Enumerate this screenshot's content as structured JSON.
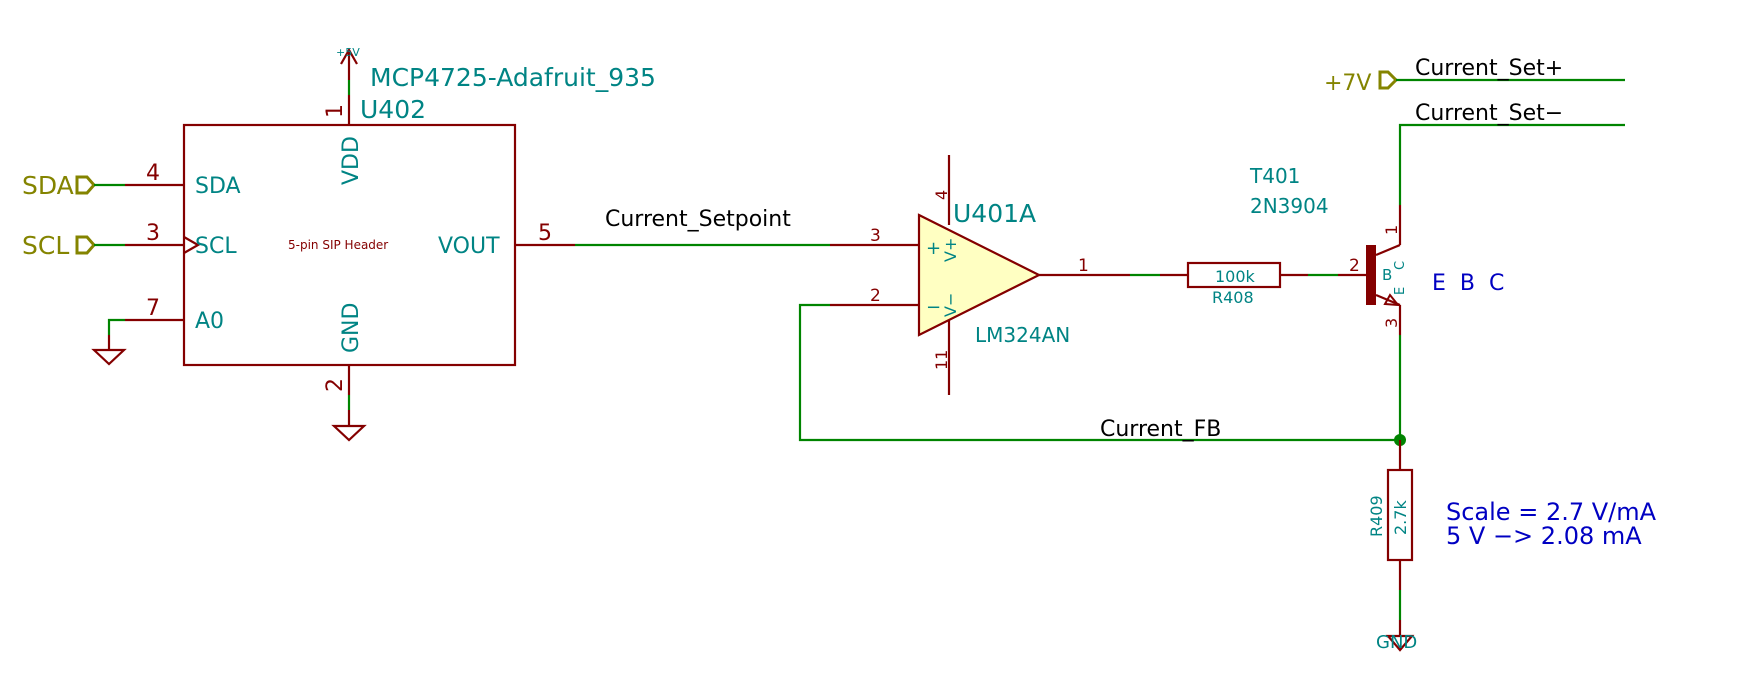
{
  "colors": {
    "wire": "#008400",
    "component": "#840000",
    "ref_text": "#008484",
    "net_label": "#000000",
    "global_label": "#848400",
    "note_text": "#0000c2",
    "opamp_fill": "#ffffc2"
  },
  "u402": {
    "ref": "U402",
    "value": "MCP4725-Adafruit_935",
    "desc": "5-pin SIP Header",
    "power_label": "+5V",
    "pins": {
      "vdd": {
        "num": "1",
        "name": "VDD"
      },
      "sda": {
        "num": "4",
        "name": "SDA"
      },
      "scl": {
        "num": "3",
        "name": "SCL"
      },
      "a0": {
        "num": "7",
        "name": "A0"
      },
      "vout": {
        "num": "5",
        "name": "VOUT"
      },
      "gnd": {
        "num": "2",
        "name": "GND"
      }
    }
  },
  "global_labels": {
    "sda": "SDA",
    "scl": "SCL",
    "v7": "+7V"
  },
  "nets": {
    "setpoint": "Current_Setpoint",
    "fb": "Current_FB",
    "set_plus": "Current_Set+",
    "set_minus": "Current_Set−"
  },
  "u401": {
    "ref": "U401A",
    "value": "LM324AN",
    "pin_vpos": "4",
    "pin_vneg": "11",
    "pin_in_plus": "3",
    "pin_in_minus": "2",
    "pin_out": "1",
    "label_plus": "+",
    "label_minus": "−",
    "label_vplus": "V+",
    "label_vminus": "V−"
  },
  "r408": {
    "ref": "R408",
    "value": "100k"
  },
  "r409": {
    "ref": "R409",
    "value": "2.7k"
  },
  "t401": {
    "ref": "T401",
    "value": "2N3904",
    "pin_c": "1",
    "pin_b": "2",
    "pin_e": "3",
    "lbl_b": "B",
    "lbl_e": "E",
    "lbl_c": "C",
    "pinout_note": "E  B  C"
  },
  "gnd_label": "GND",
  "notes": {
    "line1": "Scale = 2.7 V/mA",
    "line2": "5 V −> 2.08 mA"
  }
}
